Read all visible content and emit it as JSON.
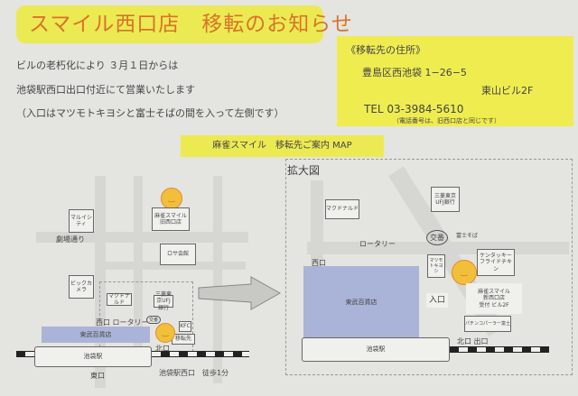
{
  "title": "スマイル西口店　移転のお知らせ",
  "notice": [
    "ビルの老朽化により ３月１日からは",
    "池袋駅西口出口付近にて営業いたします",
    "（入口はマツモトキヨシと富士そばの間を入って左側です）"
  ],
  "address": {
    "heading": "《移転先の住所》",
    "street": "豊島区西池袋 1−26−5",
    "building": "東山ビル2F",
    "tel": "TEL  03-3984-5610",
    "tel_note": "（電話番号は、旧西口店と同じです）"
  },
  "map_title": "麻雀スマイル　移転先ご案内 MAP",
  "overview_map": {
    "marui": "マルイシティ",
    "gekijo": "劇場通り",
    "old_store": [
      "麻雀スマイル",
      "旧西口店"
    ],
    "rosa": "ロサ会館",
    "bic": "ビックカメラ",
    "mcd": "マクドナルド",
    "bank": "三菱東京UFJ銀行",
    "rotary": "西口 ロータリー",
    "koban": "交番",
    "kfc": "KFC",
    "tobu": "東武百貨店",
    "new_store": "移転先",
    "station": "池袋駅",
    "north_exit": "北口",
    "east_exit": "東口",
    "walk": "池袋駅西口　徒歩1分"
  },
  "detail_map": {
    "heading": "拡大図",
    "mcd": "マクドナルド",
    "bank": "三菱東京UFJ銀行",
    "rotary": "ロータリー",
    "koban": "交番",
    "soba": "富士そば",
    "west_exit": "西口",
    "matsukiyo": "マツモトキヨシ",
    "kfc": "ケンタッキーフライドチキン",
    "tobu": "東武百貨店",
    "entrance": "入口",
    "new_store": [
      "麻雀スマイル",
      "新西口店",
      "受付 ビル2F"
    ],
    "pachinko": "パチンコパーラー富士",
    "north_exit": "北口 出口",
    "station": "池袋駅"
  },
  "colors": {
    "yellow": "#eeec4e",
    "title_text": "#d9722a",
    "department_store": "#aab4d8"
  }
}
